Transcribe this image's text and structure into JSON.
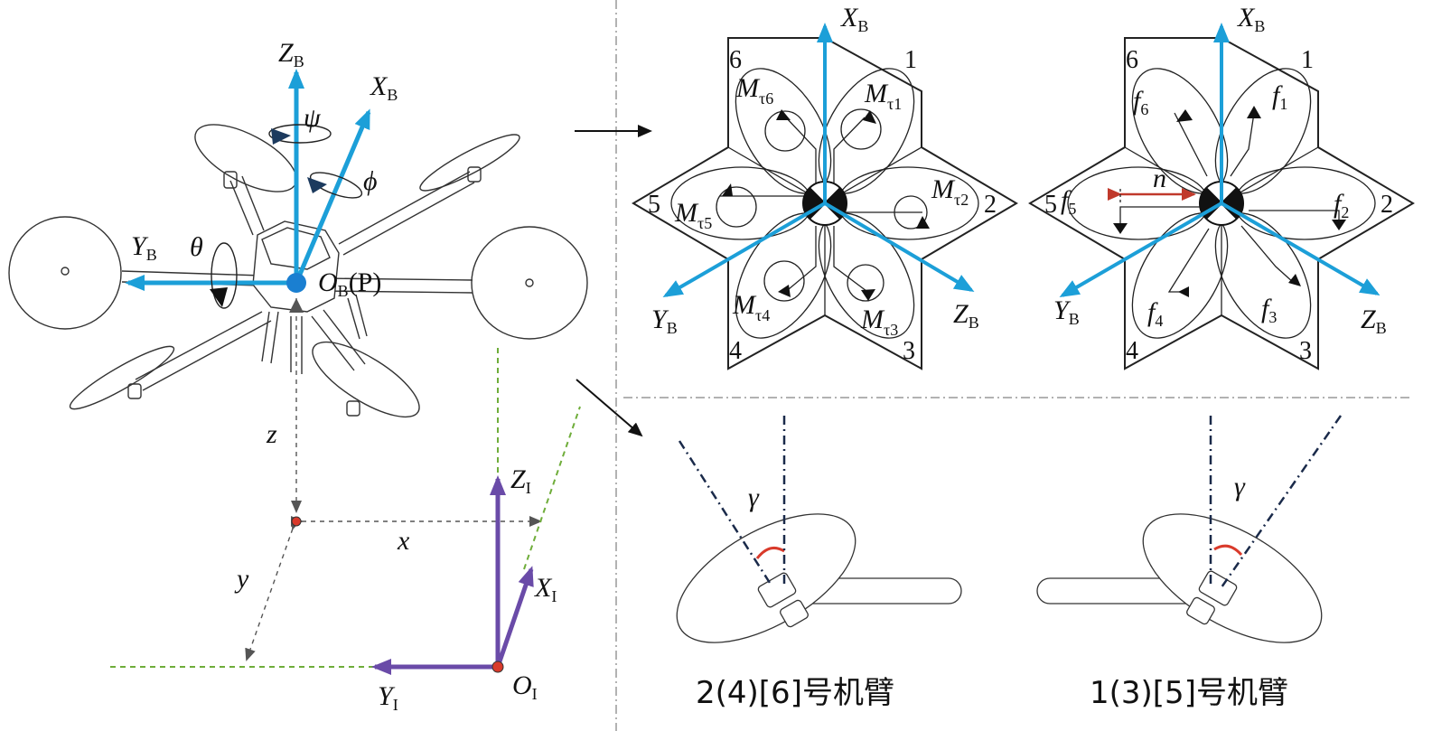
{
  "colors": {
    "body_axis": "#1c9fd8",
    "inertial_axis": "#6a4ba8",
    "dash_green": "#6fad3a",
    "highlight_red": "#c0392b",
    "origin_blue": "#1a7fd1",
    "origin_red": "#d93a2b",
    "line": "#222222"
  },
  "left": {
    "body_z": {
      "main": "Z",
      "sub": "B"
    },
    "body_x": {
      "main": "X",
      "sub": "B"
    },
    "body_y": {
      "main": "Y",
      "sub": "B"
    },
    "psi": "ψ",
    "phi": "ϕ",
    "theta": "θ",
    "origin_b": {
      "main": "O",
      "sub": "B",
      "tail": "(P)"
    },
    "pos_z": "z",
    "pos_x": "x",
    "pos_y": "y",
    "inertial_z": {
      "main": "Z",
      "sub": "I"
    },
    "inertial_x": {
      "main": "X",
      "sub": "I"
    },
    "inertial_y": {
      "main": "Y",
      "sub": "I"
    },
    "origin_i": {
      "main": "O",
      "sub": "I"
    }
  },
  "star_moment": {
    "axis_x": {
      "main": "X",
      "sub": "B"
    },
    "axis_y": {
      "main": "Y",
      "sub": "B"
    },
    "axis_z": {
      "main": "Z",
      "sub": "B"
    },
    "arm_numbers": [
      "1",
      "2",
      "3",
      "4",
      "5",
      "6"
    ],
    "moments": [
      {
        "main": "M",
        "sub": "τ1"
      },
      {
        "main": "M",
        "sub": "τ2"
      },
      {
        "main": "M",
        "sub": "τ3"
      },
      {
        "main": "M",
        "sub": "τ4"
      },
      {
        "main": "M",
        "sub": "τ5"
      },
      {
        "main": "M",
        "sub": "τ6"
      }
    ]
  },
  "star_force": {
    "axis_x": {
      "main": "X",
      "sub": "B"
    },
    "axis_y": {
      "main": "Y",
      "sub": "B"
    },
    "axis_z": {
      "main": "Z",
      "sub": "B"
    },
    "arm_numbers": [
      "1",
      "2",
      "3",
      "4",
      "5",
      "6"
    ],
    "forces": [
      {
        "main": "f",
        "sub": "1"
      },
      {
        "main": "f",
        "sub": "2"
      },
      {
        "main": "f",
        "sub": "3"
      },
      {
        "main": "f",
        "sub": "4"
      },
      {
        "main": "f",
        "sub": "5"
      },
      {
        "main": "f",
        "sub": "6"
      }
    ],
    "n_label": "n"
  },
  "arms": {
    "left_gamma": "γ",
    "right_gamma": "γ",
    "left_caption": "2(4)[6]号机臂",
    "right_caption": "1(3)[5]号机臂"
  }
}
